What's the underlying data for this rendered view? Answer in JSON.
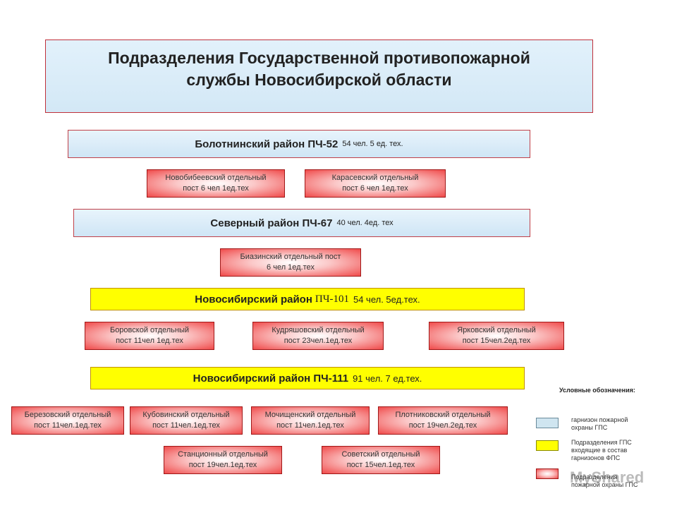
{
  "title": {
    "line1": "Подразделения Государственной противопожарной",
    "line2": "службы Новосибирской области"
  },
  "districts": [
    {
      "name": "Болотнинский район ПЧ-52",
      "details": "54 чел. 5 ед. тех.",
      "color": "#d3e8f6"
    },
    {
      "name": "Северный район ПЧ-67",
      "details": "40 чел. 4ед. тех",
      "color": "#d3e8f6"
    },
    {
      "name": "Новосибирский район",
      "unit": "ПЧ-101",
      "details": "54 чел. 5ед.тех.",
      "color": "#ffff00"
    },
    {
      "name": "Новосибирский район ПЧ-111",
      "details": "91 чел. 7 ед.тех.",
      "color": "#ffff00"
    }
  ],
  "posts": [
    {
      "line1": "Новобибеевский отдельный",
      "line2": "пост 6 чел 1ед.тех"
    },
    {
      "line1": "Карасевский отдельный",
      "line2": "пост 6 чел 1ед.тех"
    },
    {
      "line1": "Биазинский отдельный пост",
      "line2": "6 чел 1ед.тех"
    },
    {
      "line1": "Боровской отдельный",
      "line2": "пост 11чел 1ед.тех"
    },
    {
      "line1": "Кудряшовский отдельный",
      "line2": "пост 23чел.1ед.тех"
    },
    {
      "line1": "Ярковский отдельный",
      "line2": "пост 15чел.2ед.тех"
    },
    {
      "line1": "Березовский отдельный",
      "line2": "пост 11чел.1ед.тех"
    },
    {
      "line1": "Кубовинский отдельный",
      "line2": "пост 11чел.1ед.тех"
    },
    {
      "line1": "Мочищенский отдельный",
      "line2": "пост 11чел.1ед.тех"
    },
    {
      "line1": "Плотниковский отдельный",
      "line2": "пост 19чел.2ед.тех"
    },
    {
      "line1": "Станционный отдельный",
      "line2": "пост 19чел.1ед.тех"
    },
    {
      "line1": "Советский отдельный",
      "line2": "пост 15чел.1ед.тех"
    }
  ],
  "legend": {
    "title": "Условные обозначения:",
    "items": [
      {
        "line1": "гарнизон пожарной",
        "line2": "охраны ГПС",
        "line3": "",
        "color": "#cfe5f0"
      },
      {
        "line1": "Подразделения ГПС",
        "line2": "входящие в состав",
        "line3": "гарнизонов ФПС",
        "color": "#ffff00"
      },
      {
        "line1": "Подразделения",
        "line2": "пожарной охраны ГПС",
        "line3": "",
        "color": "#f04a4a"
      }
    ]
  },
  "watermark": "MyShared"
}
